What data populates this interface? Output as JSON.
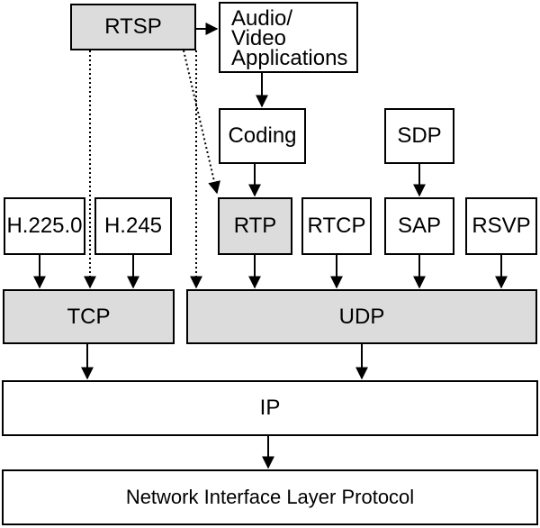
{
  "layers": {
    "application": {
      "rtsp": "RTSP",
      "audio_video": [
        "Audio/",
        "Video",
        "Applications"
      ],
      "coding": "Coding",
      "sdp": "SDP"
    },
    "session": {
      "h2250": "H.225.0",
      "h245": "H.245",
      "rtp": "RTP",
      "rtcp": "RTCP",
      "sap": "SAP",
      "rsvp": "RSVP"
    },
    "transport": {
      "tcp": "TCP",
      "udp": "UDP"
    },
    "network": {
      "ip": "IP",
      "nil": "Network Interface Layer Protocol"
    }
  },
  "colors": {
    "shaded_fill": "#dcdcdc",
    "line": "#000000"
  }
}
